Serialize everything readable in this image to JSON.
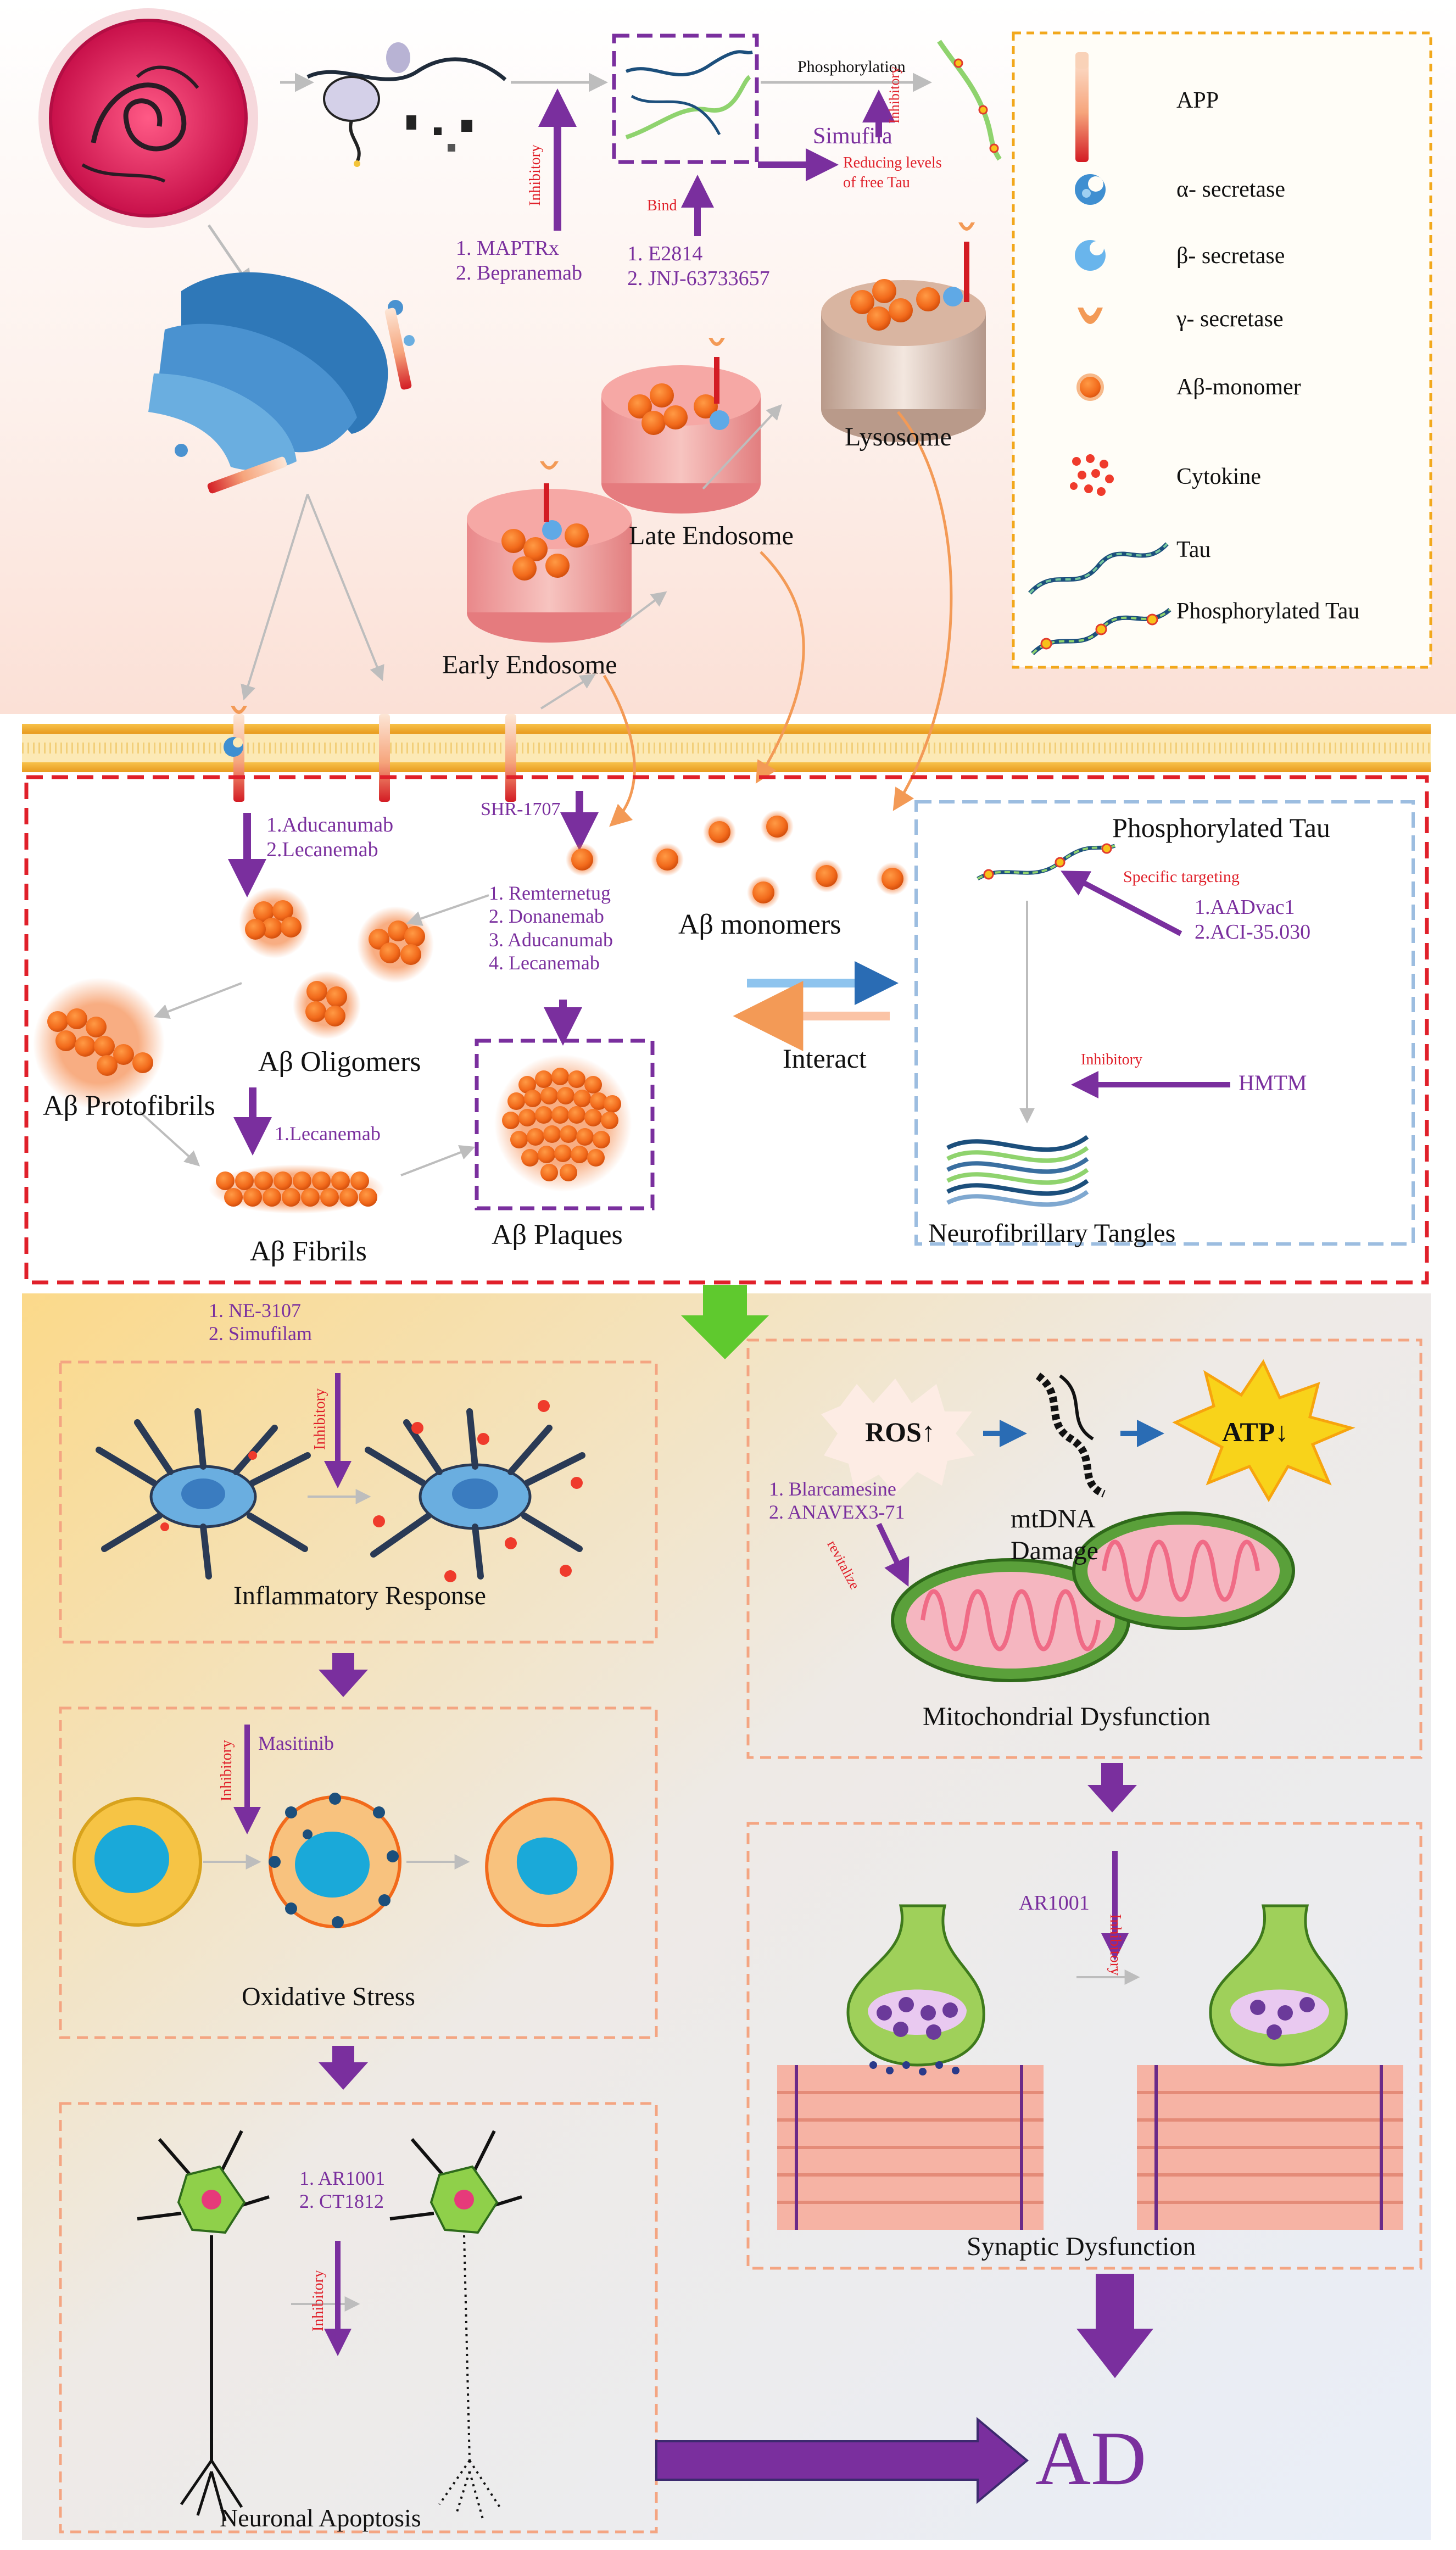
{
  "legend": {
    "items": [
      {
        "label": "APP",
        "icon": "app-bar-icon"
      },
      {
        "label": "α- secretase",
        "icon": "alpha-secretase-icon"
      },
      {
        "label": "β- secretase",
        "icon": "beta-secretase-icon"
      },
      {
        "label": "γ- secretase",
        "icon": "gamma-secretase-icon"
      },
      {
        "label": "Aβ-monomer",
        "icon": "abeta-monomer-icon"
      },
      {
        "label": "Cytokine",
        "icon": "cytokine-icon"
      },
      {
        "label": "Tau",
        "icon": "tau-icon"
      },
      {
        "label": "Phosphorylated Tau",
        "icon": "phosphorylated-tau-icon"
      }
    ]
  },
  "top": {
    "phosphorylation": "Phosphorylation",
    "inhibitory_right": "Inhibitory",
    "simufila": "Simufila",
    "reducing": [
      "Reducing levels",
      "of free Tau"
    ],
    "inhibitory_left": "Inhibitory",
    "bind": "Bind",
    "mapt_drugs": [
      "1. MAPTRx",
      "2. Bepranemab"
    ],
    "bind_drugs": [
      "1. E2814",
      "2. JNJ-63733657"
    ],
    "lysosome": "Lysosome",
    "late_endosome": "Late Endosome",
    "early_endosome": "Early Endosome"
  },
  "amyloid": {
    "shr": "SHR-1707",
    "adu_drugs": [
      "1.Aducanumab",
      "2.Lecanemab"
    ],
    "plaque_drugs": [
      "1. Remternetug",
      "2. Donanemab",
      "3. Aducanumab",
      "4. Lecanemab"
    ],
    "monomers": "Aβ monomers",
    "oligomers": "Aβ Oligomers",
    "protofibrils": "Aβ Protofibrils",
    "fibril_drug": "1.Lecanemab",
    "fibrils": "Aβ Fibrils",
    "plaques": "Aβ Plaques",
    "interact": "Interact"
  },
  "tau_panel": {
    "title": "Phosphorylated Tau",
    "specific": "Specific targeting",
    "drugs": [
      "1.AADvac1",
      "2.ACI-35.030"
    ],
    "inhibitory": "Inhibitory",
    "hmtm": "HMTM",
    "tangles": "Neurofibrillary Tangles"
  },
  "inflammation": {
    "drugs": [
      "1. NE-3107",
      "2. Simufilam"
    ],
    "inhibitory": "Inhibitory",
    "title": "Inflammatory Response"
  },
  "oxidative": {
    "drug": "Masitinib",
    "inhibitory": "Inhibitory",
    "title": "Oxidative Stress"
  },
  "apoptosis": {
    "drugs": [
      "1. AR1001",
      "2. CT1812"
    ],
    "inhibitory": "Inhibitory",
    "title": "Neuronal Apoptosis"
  },
  "mito": {
    "ros": "ROS↑",
    "atp": "ATP↓",
    "mtdna": [
      "mtDNA",
      "Damage"
    ],
    "drugs": [
      "1. Blarcamesine",
      "2. ANAVEX3-71"
    ],
    "revitalize": "revitalize",
    "title": "Mitochondrial Dysfunction"
  },
  "synapse": {
    "drug": "AR1001",
    "inhibitory": "Inhibitory",
    "title": "Synaptic Dysfunction"
  },
  "outcome": "AD",
  "colors": {
    "purple": "#7a2f9e",
    "red_dash": "#e0202a",
    "blue_dash": "#9cbde0",
    "legend_dash": "#f2a81c",
    "orange_dash": "#f4a582",
    "abeta": "#f26a1b",
    "green_arrow": "#5fc92e"
  }
}
